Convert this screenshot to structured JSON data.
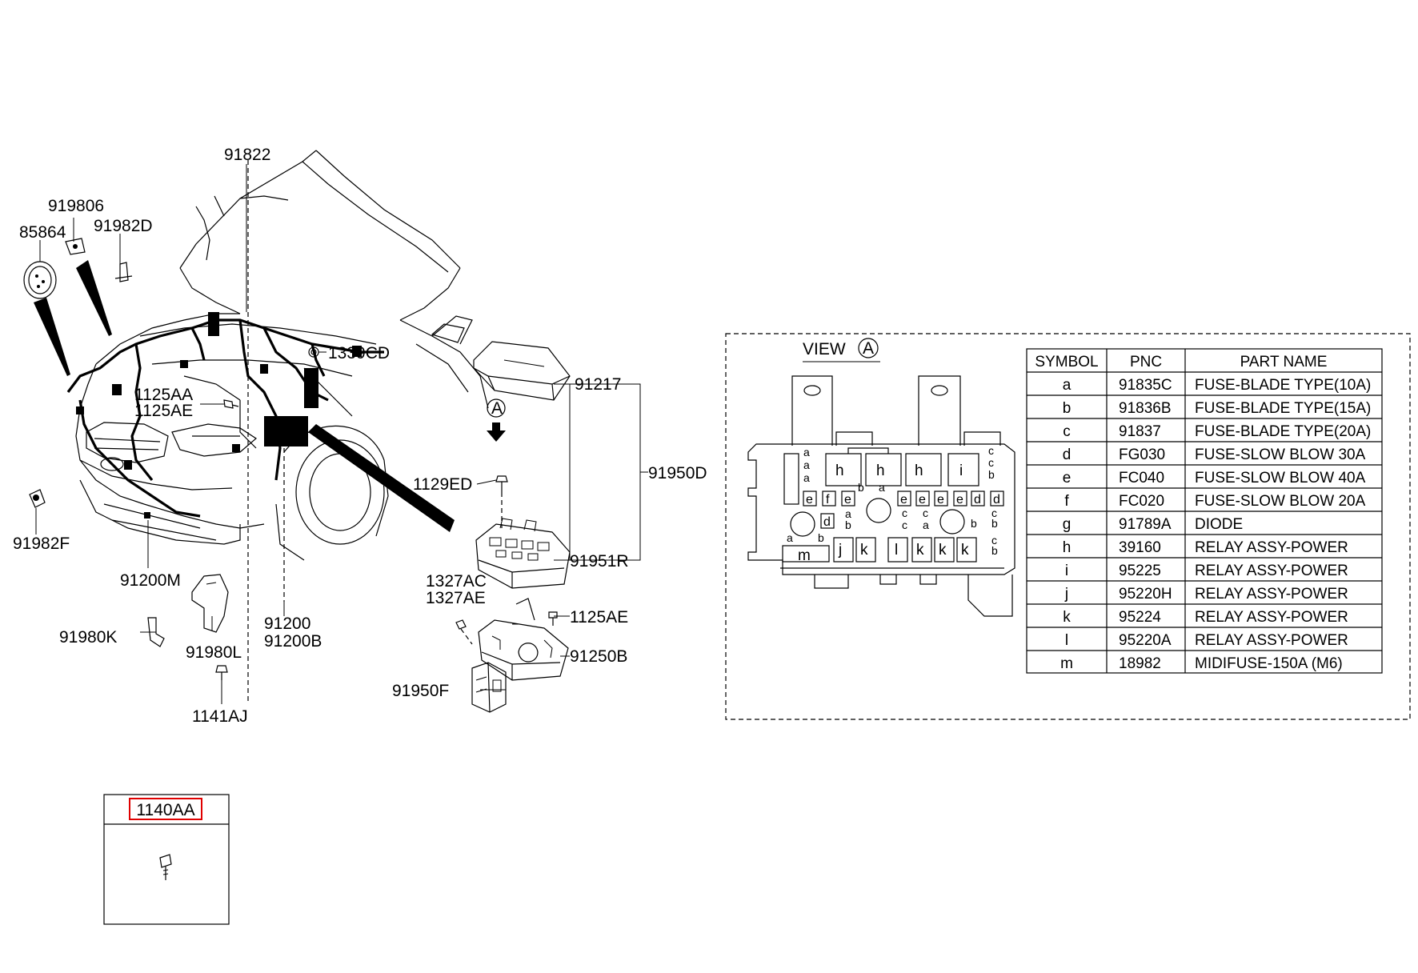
{
  "parts": {
    "p91822": "91822",
    "p919806": "919806",
    "p91982D": "91982D",
    "p85864": "85864",
    "p1339CD": "1339CD",
    "p1125AA": "1125AA",
    "p1125AE_a": "1125AE",
    "p91217": "91217",
    "p91950D": "91950D",
    "p1129ED": "1129ED",
    "p91951R": "91951R",
    "p91982F": "91982F",
    "p91200M": "91200M",
    "p1327AC": "1327AC",
    "p1327AE": "1327AE",
    "p1125AE_b": "1125AE",
    "p91200": "91200",
    "p91200B": "91200B",
    "p91980K": "91980K",
    "p91980L": "91980L",
    "p91250B": "91250B",
    "p91950F": "91950F",
    "p1141AJ": "1141AJ",
    "view_marker": "A",
    "box_title": "1140AA"
  },
  "view": {
    "title": "VIEW",
    "marker": "A",
    "fuse_letters": {
      "h1": "h",
      "h2": "h",
      "h3": "h",
      "i": "i",
      "j": "j",
      "k1": "k",
      "l": "l",
      "k2": "k",
      "k3": "k",
      "k4": "k",
      "m": "m",
      "e1": "e",
      "f": "f",
      "e2": "e",
      "e3": "e",
      "e4": "e",
      "e5": "e",
      "e6": "e",
      "d1": "d",
      "d2": "d",
      "d3": "d",
      "a1": "a",
      "a2": "a",
      "a3": "a",
      "a4": "a",
      "a5": "a",
      "a6": "a",
      "a7": "a",
      "b1": "b",
      "b2": "b",
      "b3": "b",
      "b4": "b",
      "b5": "b",
      "b6": "b",
      "b7": "b",
      "c1": "c",
      "c2": "c",
      "c3": "c",
      "c4": "c",
      "c5": "c",
      "c6": "c",
      "c7": "c"
    }
  },
  "table": {
    "headers": [
      "SYMBOL",
      "PNC",
      "PART NAME"
    ],
    "rows": [
      [
        "a",
        "91835C",
        "FUSE-BLADE TYPE(10A)"
      ],
      [
        "b",
        "91836B",
        "FUSE-BLADE TYPE(15A)"
      ],
      [
        "c",
        "91837",
        "FUSE-BLADE TYPE(20A)"
      ],
      [
        "d",
        "FG030",
        "FUSE-SLOW BLOW 30A"
      ],
      [
        "e",
        "FC040",
        "FUSE-SLOW BLOW 40A"
      ],
      [
        "f",
        "FC020",
        "FUSE-SLOW BLOW 20A"
      ],
      [
        "g",
        "91789A",
        "DIODE"
      ],
      [
        "h",
        "39160",
        "RELAY ASSY-POWER"
      ],
      [
        "i",
        "95225",
        "RELAY ASSY-POWER"
      ],
      [
        "j",
        "95220H",
        "RELAY ASSY-POWER"
      ],
      [
        "k",
        "95224",
        "RELAY ASSY-POWER"
      ],
      [
        "l",
        "95220A",
        "RELAY ASSY-POWER"
      ],
      [
        "m",
        "18982",
        "MIDIFUSE-150A (M6)"
      ]
    ]
  },
  "colors": {
    "line": "#000000",
    "background": "#ffffff",
    "highlight_box": "#e00000"
  }
}
